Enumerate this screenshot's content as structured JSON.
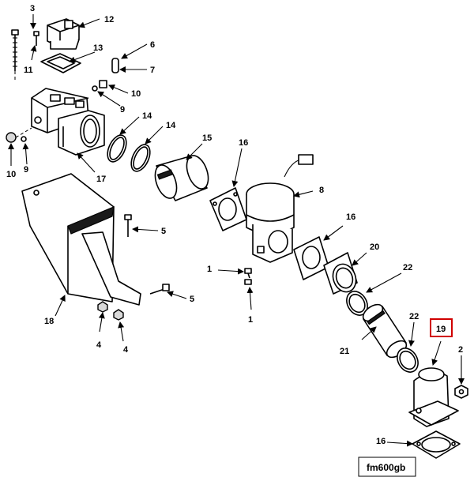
{
  "callouts": {
    "c1a": "1",
    "c1b": "1",
    "c2": "2",
    "c3": "3",
    "c4a": "4",
    "c4b": "4",
    "c5a": "5",
    "c5b": "5",
    "c6": "6",
    "c7": "7",
    "c8": "8",
    "c9a": "9",
    "c9b": "9",
    "c10a": "10",
    "c10b": "10",
    "c11": "11",
    "c12": "12",
    "c13": "13",
    "c14a": "14",
    "c14b": "14",
    "c15": "15",
    "c16a": "16",
    "c16b": "16",
    "c16c": "16",
    "c17": "17",
    "c18": "18",
    "c19": "19",
    "c20": "20",
    "c21": "21",
    "c22a": "22",
    "c22b": "22"
  },
  "figure_label": "fm600gb",
  "highlight_color": "#d00000"
}
